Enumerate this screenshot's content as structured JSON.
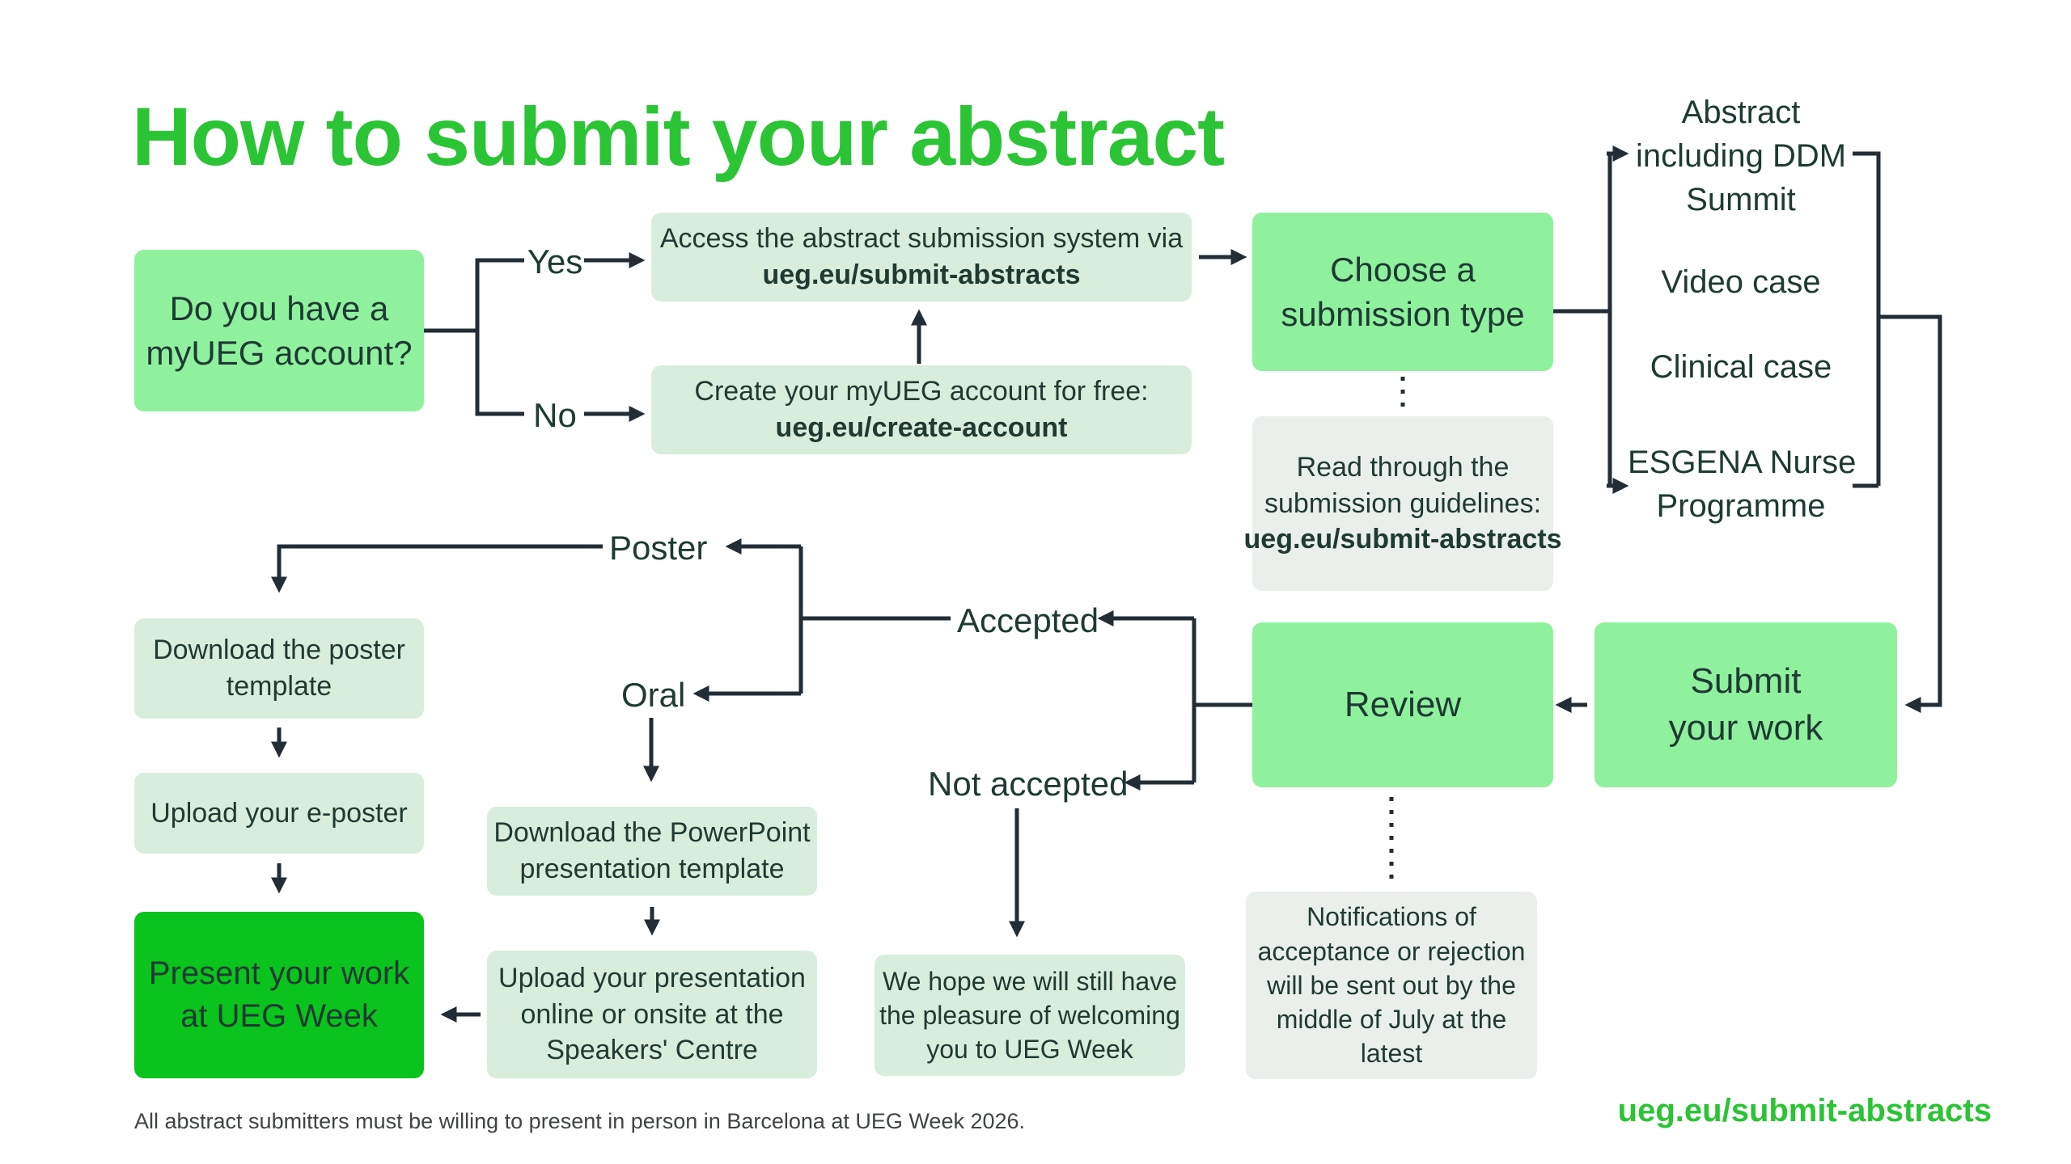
{
  "title": "How to submit your abstract",
  "colors": {
    "brand_green": "#2bc434",
    "box_green": "#8ff19d",
    "box_green_bright": "#0ac31c",
    "box_green_pale": "#d9eddc",
    "box_gray": "#ebefec",
    "line": "#222d36",
    "text": "#1e3a33"
  },
  "flow": {
    "account": [
      "Do you have a",
      "myUEG account?"
    ],
    "yes": "Yes",
    "no": "No",
    "access": [
      "Access the abstract submission system via",
      "ueg.eu/submit-abstracts"
    ],
    "create": [
      "Create your myUEG account for free:",
      "ueg.eu/create-account"
    ],
    "choose": [
      "Choose a",
      "submission type"
    ],
    "guidelines": [
      "Read through the",
      "submission guidelines:",
      "ueg.eu/submit-abstracts"
    ],
    "types": [
      [
        "Abstract",
        "including DDM",
        "Summit"
      ],
      [
        "Video case"
      ],
      [
        "Clinical case"
      ],
      [
        "ESGENA Nurse",
        "Programme"
      ]
    ],
    "submit": [
      "Submit",
      "your work"
    ],
    "review": "Review",
    "notifications": [
      "Notifications of",
      "acceptance or rejection",
      "will be sent out by the",
      "middle of July at the",
      "latest"
    ],
    "accepted": "Accepted",
    "not_accepted": "Not accepted",
    "poster": "Poster",
    "oral": "Oral",
    "download_poster": [
      "Download the poster",
      "template"
    ],
    "upload_eposter": [
      "Upload your e-poster"
    ],
    "present": [
      "Present your work",
      "at UEG Week"
    ],
    "download_ppt": [
      "Download the PowerPoint",
      "presentation template"
    ],
    "upload_presentation": [
      "Upload your presentation",
      "online or onsite at the",
      "Speakers' Centre"
    ],
    "we_hope": [
      "We hope we will still have",
      "the pleasure of welcoming",
      "you to UEG Week"
    ]
  },
  "footer": {
    "note": "All abstract submitters must be willing to present in person in Barcelona at UEG Week 2026.",
    "url": "ueg.eu/submit-abstracts"
  }
}
